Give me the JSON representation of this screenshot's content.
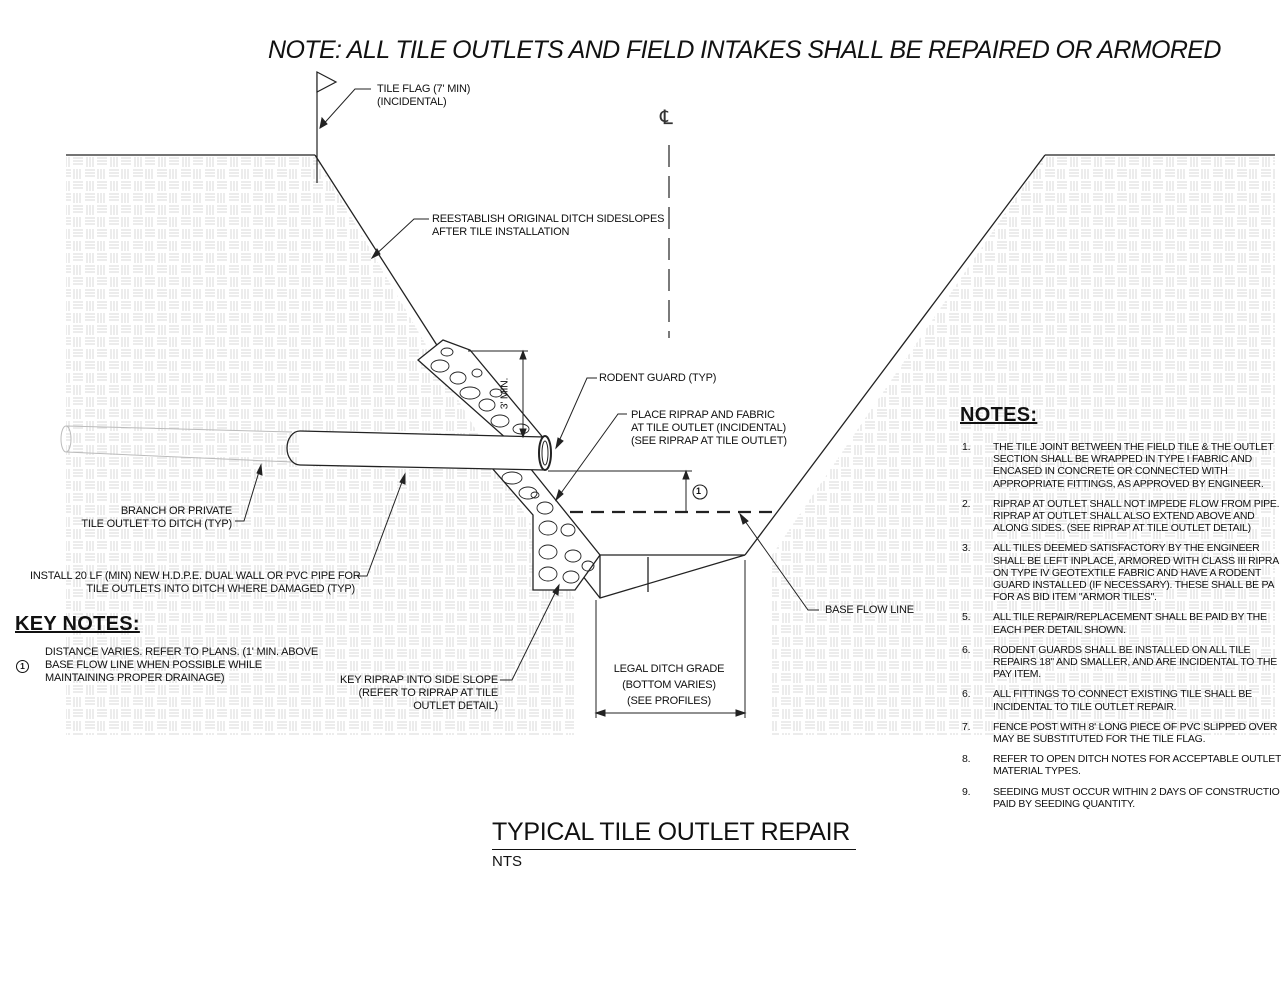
{
  "header_note": "NOTE: ALL TILE OUTLETS AND FIELD INTAKES SHALL BE REPAIRED OR ARMORED",
  "centerline_symbol": "C L",
  "callouts": {
    "tile_flag": [
      "TILE FLAG (7' MIN)",
      "(INCIDENTAL)"
    ],
    "reestablish": [
      "REESTABLISH ORIGINAL DITCH SIDESLOPES",
      "AFTER TILE INSTALLATION"
    ],
    "min_depth": "3' MIN.",
    "rodent_guard": "RODENT GUARD (TYP)",
    "place_riprap": [
      "PLACE RIPRAP AND FABRIC",
      "AT TILE OUTLET (INCIDENTAL)",
      "(SEE RIPRAP AT TILE OUTLET)"
    ],
    "branch": [
      "BRANCH OR PRIVATE",
      "TILE OUTLET TO DITCH (TYP)"
    ],
    "install": [
      "INSTALL 20 LF (MIN) NEW H.D.P.E. DUAL WALL OR PVC PIPE FOR",
      "TILE OUTLETS INTO DITCH WHERE DAMAGED (TYP)"
    ],
    "base_flow": "BASE FLOW LINE",
    "key_riprap": [
      "KEY RIPRAP INTO SIDE SLOPE",
      "(REFER TO RIPRAP AT TILE",
      "OUTLET DETAIL)"
    ],
    "legal_grade": [
      "LEGAL DITCH GRADE",
      "(BOTTOM VARIES)",
      "(SEE PROFILES)"
    ],
    "marker": "1"
  },
  "key_notes": {
    "heading": "KEY NOTES:",
    "items": [
      {
        "marker": "1",
        "text": "DISTANCE VARIES. REFER TO PLANS. (1' MIN. ABOVE\nBASE FLOW LINE WHEN POSSIBLE WHILE\nMAINTAINING PROPER DRAINAGE)"
      }
    ]
  },
  "notes": {
    "heading": "NOTES:",
    "items": [
      {
        "num": "1.",
        "text": "THE TILE JOINT BETWEEN THE FIELD TILE & THE OUTLET\nSECTION SHALL BE WRAPPED IN TYPE I FABRIC AND\nENCASED IN CONCRETE OR CONNECTED WITH\nAPPROPRIATE FITTINGS, AS APPROVED BY ENGINEER."
      },
      {
        "num": "2.",
        "text": "RIPRAP AT OUTLET SHALL NOT IMPEDE FLOW FROM PIPE.\nRIPRAP AT OUTLET SHALL ALSO EXTEND ABOVE AND\nALONG SIDES. (SEE RIPRAP AT TILE OUTLET DETAIL)"
      },
      {
        "num": "3.",
        "text": "ALL TILES DEEMED SATISFACTORY BY THE ENGINEER\nSHALL BE LEFT INPLACE, ARMORED WITH CLASS III RIPRA\nON TYPE IV GEOTEXTILE FABRIC AND HAVE A RODENT\nGUARD INSTALLED (IF NECESSARY).  THESE SHALL BE PA\nFOR AS BID ITEM \"ARMOR TILES\"."
      },
      {
        "num": "5.",
        "text": "ALL TILE REPAIR/REPLACEMENT SHALL BE PAID BY THE\nEACH PER DETAIL SHOWN."
      },
      {
        "num": "6.",
        "text": "RODENT GUARDS SHALL BE INSTALLED ON ALL TILE\nREPAIRS 18\" AND SMALLER, AND ARE INCIDENTAL TO THE\nPAY ITEM."
      },
      {
        "num": "6.",
        "text": "ALL FITTINGS TO CONNECT EXISTING TILE SHALL BE\nINCIDENTAL TO TILE OUTLET REPAIR."
      },
      {
        "num": "7.",
        "text": "FENCE POST WITH 8' LONG PIECE OF PVC SLIPPED OVER\nMAY BE SUBSTITUTED FOR THE TILE FLAG."
      },
      {
        "num": "8.",
        "text": "REFER TO OPEN DITCH NOTES FOR ACCEPTABLE OUTLET\nMATERIAL TYPES."
      },
      {
        "num": "9.",
        "text": "SEEDING MUST OCCUR WITHIN 2 DAYS OF CONSTRUCTIO\nPAID BY SEEDING QUANTITY."
      }
    ]
  },
  "title": {
    "main": "TYPICAL TILE OUTLET REPAIR",
    "scale": "NTS"
  }
}
